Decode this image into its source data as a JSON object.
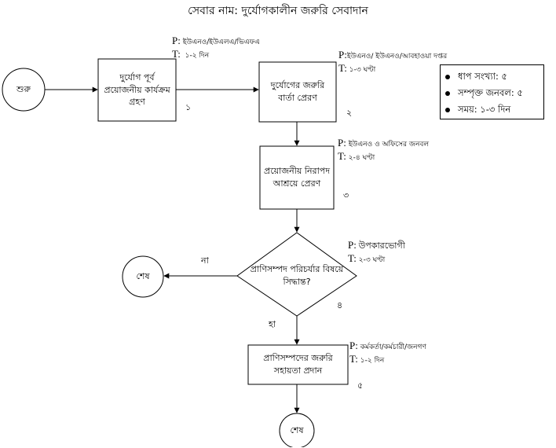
{
  "title": "সেবার নাম: দুর্যোগকালীন জরুরি সেবাদান",
  "start_label": "শুরু",
  "end_label": "শেষ",
  "steps": [
    {
      "text": "দুর্যোগ পূর্ব প্রয়োজনীয় কার্যক্রম গ্রহণ",
      "number": "১",
      "p_label": "P:",
      "p": "ইউএনও/ইউএলএ/ভিএফএ",
      "t_label": "T:",
      "t": "১-২ দিন"
    },
    {
      "text": "দুর্যোগের জরুরি বার্তা প্রেরণ",
      "number": "২",
      "p_label": "P:",
      "p": "ইউএনও/ ইউএনও/আবহাওয়া দপ্তর",
      "t_label": "T:",
      "t": "১-৩ ঘণ্টা"
    },
    {
      "text": "প্রয়োজনীয় নিরাপদ আশ্রয়ে প্রেরণ",
      "number": "৩",
      "p_label": "P:",
      "p": "ইউএনও ও অফিসের জনবল",
      "t_label": "T:",
      "t": "২-৪ ঘণ্টা"
    },
    {
      "text": "প্রাণিসম্পদ পরিচর্যার বিষয়ে সিদ্ধান্ত?",
      "number": "৪",
      "p_label": "P:",
      "p": "উপকারভোগী",
      "t_label": "T:",
      "t": "২-৩ ঘণ্টা"
    },
    {
      "text": "প্রাণিসম্পদের জরুরি সহায়তা প্রদান",
      "number": "৫",
      "p_label": "P:",
      "p": "কর্মকর্তা/কর্মচারী/জনগণ",
      "t_label": "T:",
      "t": "১-২ দিন"
    }
  ],
  "decision": {
    "no_label": "না",
    "yes_label": "হা"
  },
  "summary": [
    "ধাপ সংখ্যা: ৫",
    "সম্পৃক্ত জনবল: ৫",
    "সময়: ১-৩ দিন"
  ]
}
